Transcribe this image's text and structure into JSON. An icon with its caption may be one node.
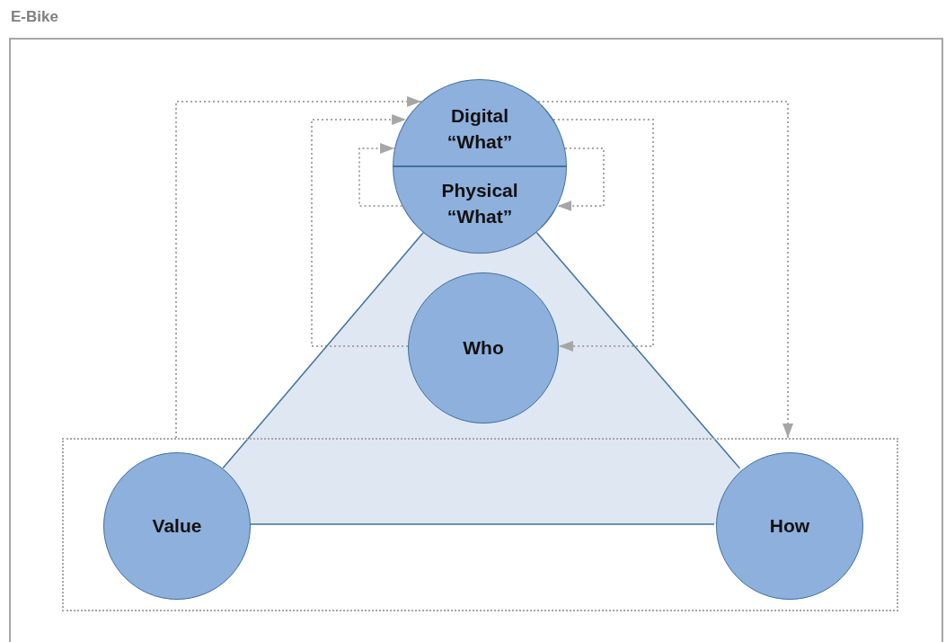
{
  "diagram": {
    "title": "E-Bike",
    "nodes": [
      {
        "text": [
          "Digital “What”"
        ]
      },
      {
        "text": [
          "Physical “What”"
        ]
      },
      {
        "text": [
          "Who"
        ]
      },
      {
        "text": [],
        "shape": "box"
      },
      {
        "text": [
          "Value"
        ],
        "in": 3
      },
      {
        "text": [
          "How"
        ],
        "in": 3
      }
    ],
    "edges": [
      {
        "from": 3,
        "to": 0,
        "arrow": "to",
        "style": "dashed"
      },
      {
        "from": 2,
        "to": 0,
        "arrow": "to",
        "style": "dashed"
      },
      {
        "from": 1,
        "to": 0,
        "arrow": "to",
        "style": "dashed"
      },
      {
        "from": 0,
        "to": 3,
        "arrow": "to",
        "style": "dashed"
      },
      {
        "from": 0,
        "to": 2,
        "arrow": "to",
        "style": "dashed"
      },
      {
        "from": 0,
        "to": 1,
        "arrow": "to",
        "style": "dashed"
      },
      {
        "from": 1,
        "to": 4,
        "arrow": "none",
        "color": "#41719c"
      },
      {
        "from": 1,
        "to": 5,
        "arrow": "none",
        "color": "#41719c"
      },
      {
        "from": 4,
        "to": 5,
        "arrow": "none",
        "color": "#41719c"
      }
    ]
  }
}
